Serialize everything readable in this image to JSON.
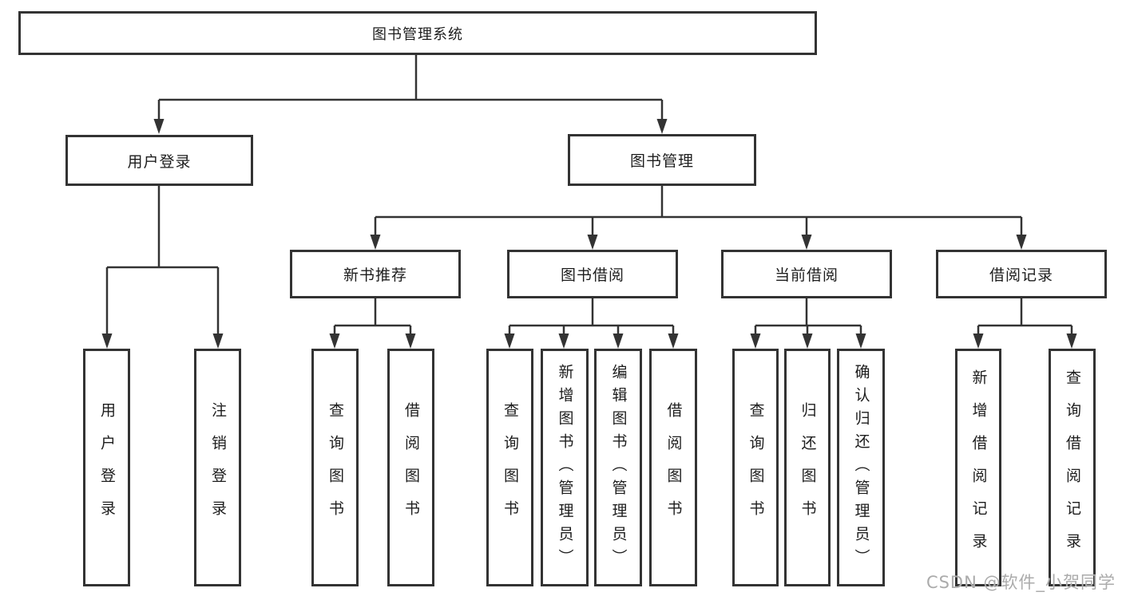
{
  "diagram": {
    "root": "图书管理系统",
    "branches": [
      {
        "label": "用户登录",
        "children": [
          "用户登录",
          "注销登录"
        ]
      },
      {
        "label": "图书管理",
        "groups": [
          {
            "label": "新书推荐",
            "children": [
              "查询图书",
              "借阅图书"
            ]
          },
          {
            "label": "图书借阅",
            "children": [
              "查询图书",
              "新增图书（管理员）",
              "编辑图书（管理员）",
              "借阅图书"
            ]
          },
          {
            "label": "当前借阅",
            "children": [
              "查询图书",
              "归还图书",
              "确认归还（管理员）"
            ]
          },
          {
            "label": "借阅记录",
            "children": [
              "新增借阅记录",
              "查询借阅记录"
            ]
          }
        ]
      }
    ]
  },
  "watermark": "CSDN @软件_小贺同学",
  "colors": {
    "line": "#333333",
    "text": "#1d1d1d",
    "watermark": "#ababab"
  }
}
